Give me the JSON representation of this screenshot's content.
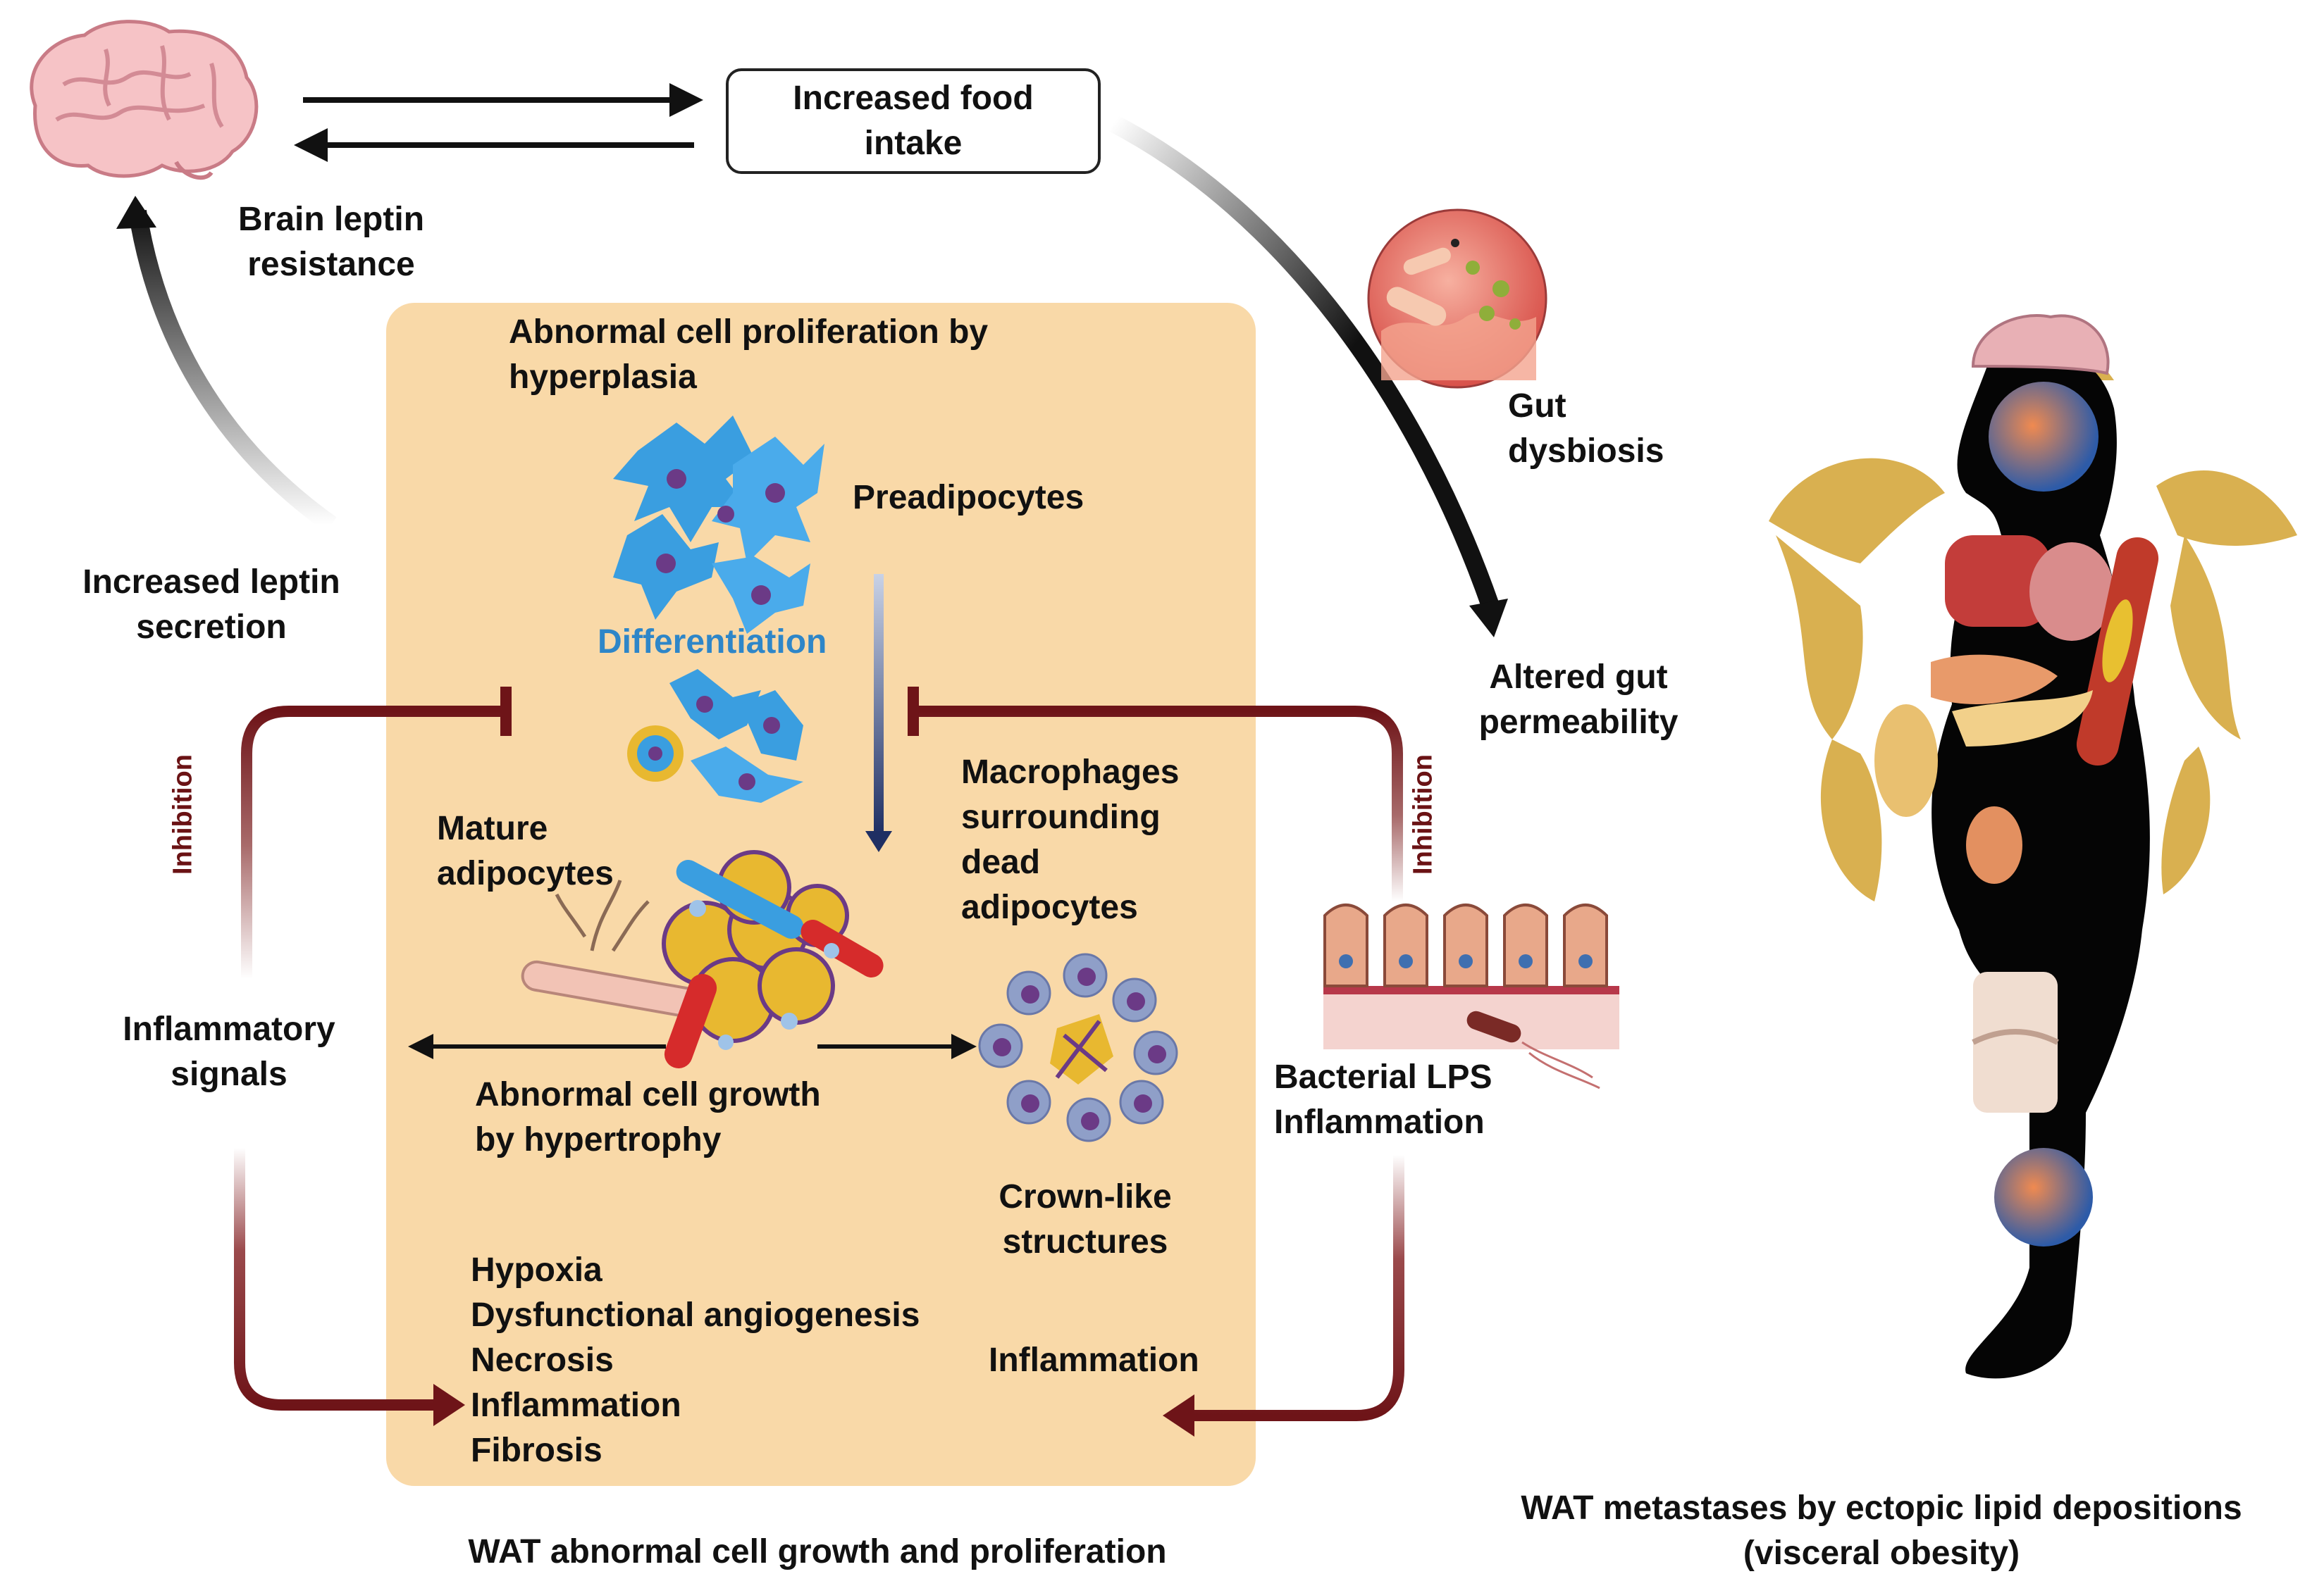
{
  "colors": {
    "panel_fill": "#f9d9a8",
    "inhibition_arrow": "#6e1418",
    "differentiation_text": "#2e86c8",
    "preadipocyte_blue": "#3a9ee0",
    "adipocyte_yellow": "#e8b830",
    "body_silhouette": "#050505",
    "fat_gold": "#d9b050"
  },
  "icons": {
    "brain": "brain-icon",
    "gut": "gut-microbiota-icon",
    "preadipocytes": "preadipocyte-cells-icon",
    "mature_cells": "differentiating-cells-icon",
    "adipose_cluster": "adipose-tissue-icon",
    "crown": "crown-like-structure-icon",
    "epithelium": "intestinal-epithelium-icon",
    "body": "obese-human-silhouette-icon"
  },
  "labels": {
    "food_intake": "Increased food\nintake",
    "brain_leptin": "Brain leptin\nresistance",
    "leptin_secretion": "Increased leptin\nsecretion",
    "gut_dysbiosis": "Gut\ndysbiosis",
    "gut_permeability": "Altered gut\npermeability",
    "panel_title": "Abnormal cell proliferation by\nhyperplasia",
    "preadipocytes": "Preadipocytes",
    "differentiation": "Differentiation",
    "mature_adipocytes": "Mature\nadipocytes",
    "macrophages": "Macrophages\nsurrounding\ndead\nadipocytes",
    "inflammatory_signals": "Inflammatory\nsignals",
    "hypertrophy": "Abnormal cell growth\nby hypertrophy",
    "crown_like": "Crown-like\nstructures",
    "bacterial_lps": "Bacterial LPS\nInflammation",
    "consequences": "Hypoxia\nDysfunctional angiogenesis\nNecrosis\nInflammation\nFibrosis",
    "inflammation": "Inflammation",
    "inhibition_left": "Inhibition",
    "inhibition_right": "Inhibition",
    "caption_left": "WAT abnormal cell growth and proliferation",
    "caption_right": "WAT metastases by ectopic lipid depositions\n(visceral obesity)"
  }
}
